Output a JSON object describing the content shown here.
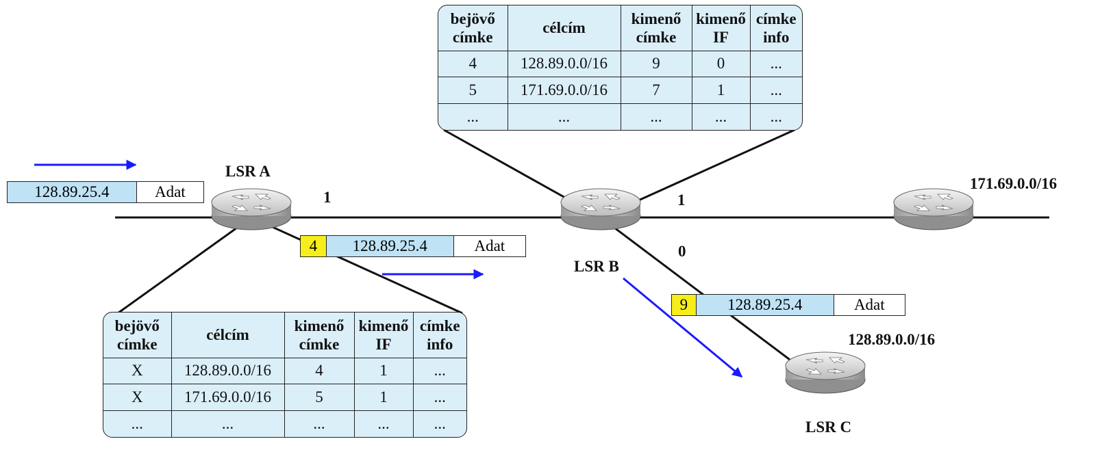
{
  "nodes": {
    "lsr_a": "LSR A",
    "lsr_b": "LSR B",
    "lsr_c": "LSR C",
    "net_right": "171.69.0.0/16",
    "net_c": "128.89.0.0/16"
  },
  "interfaces": {
    "a_if": "1",
    "b_if_right": "1",
    "b_if_down": "0"
  },
  "packets": {
    "incoming": {
      "addr": "128.89.25.4",
      "data": "Adat"
    },
    "a_to_b": {
      "label": "4",
      "addr": "128.89.25.4",
      "data": "Adat"
    },
    "b_to_c": {
      "label": "9",
      "addr": "128.89.25.4",
      "data": "Adat"
    }
  },
  "table_headers": {
    "in_label": [
      "bejövő",
      "címke"
    ],
    "dest": "célcím",
    "out_label": [
      "kimenő",
      "címke"
    ],
    "out_if": [
      "kimenő",
      "IF"
    ],
    "label_info": [
      "címke",
      "info"
    ]
  },
  "table_b": {
    "rows": [
      [
        "4",
        "128.89.0.0/16",
        "9",
        "0",
        "..."
      ],
      [
        "5",
        "171.69.0.0/16",
        "7",
        "1",
        "..."
      ],
      [
        "...",
        "...",
        "...",
        "...",
        "..."
      ]
    ]
  },
  "table_a": {
    "rows": [
      [
        "X",
        "128.89.0.0/16",
        "4",
        "1",
        "..."
      ],
      [
        "X",
        "171.69.0.0/16",
        "5",
        "1",
        "..."
      ],
      [
        "...",
        "...",
        "...",
        "...",
        "..."
      ]
    ]
  },
  "colors": {
    "arrow": "#1a1aff",
    "label_bg": "#f6ee1a",
    "addr_bg": "#bfe2f5",
    "table_bg": "#dbeff9"
  },
  "icons": {
    "router": "router-icon"
  }
}
